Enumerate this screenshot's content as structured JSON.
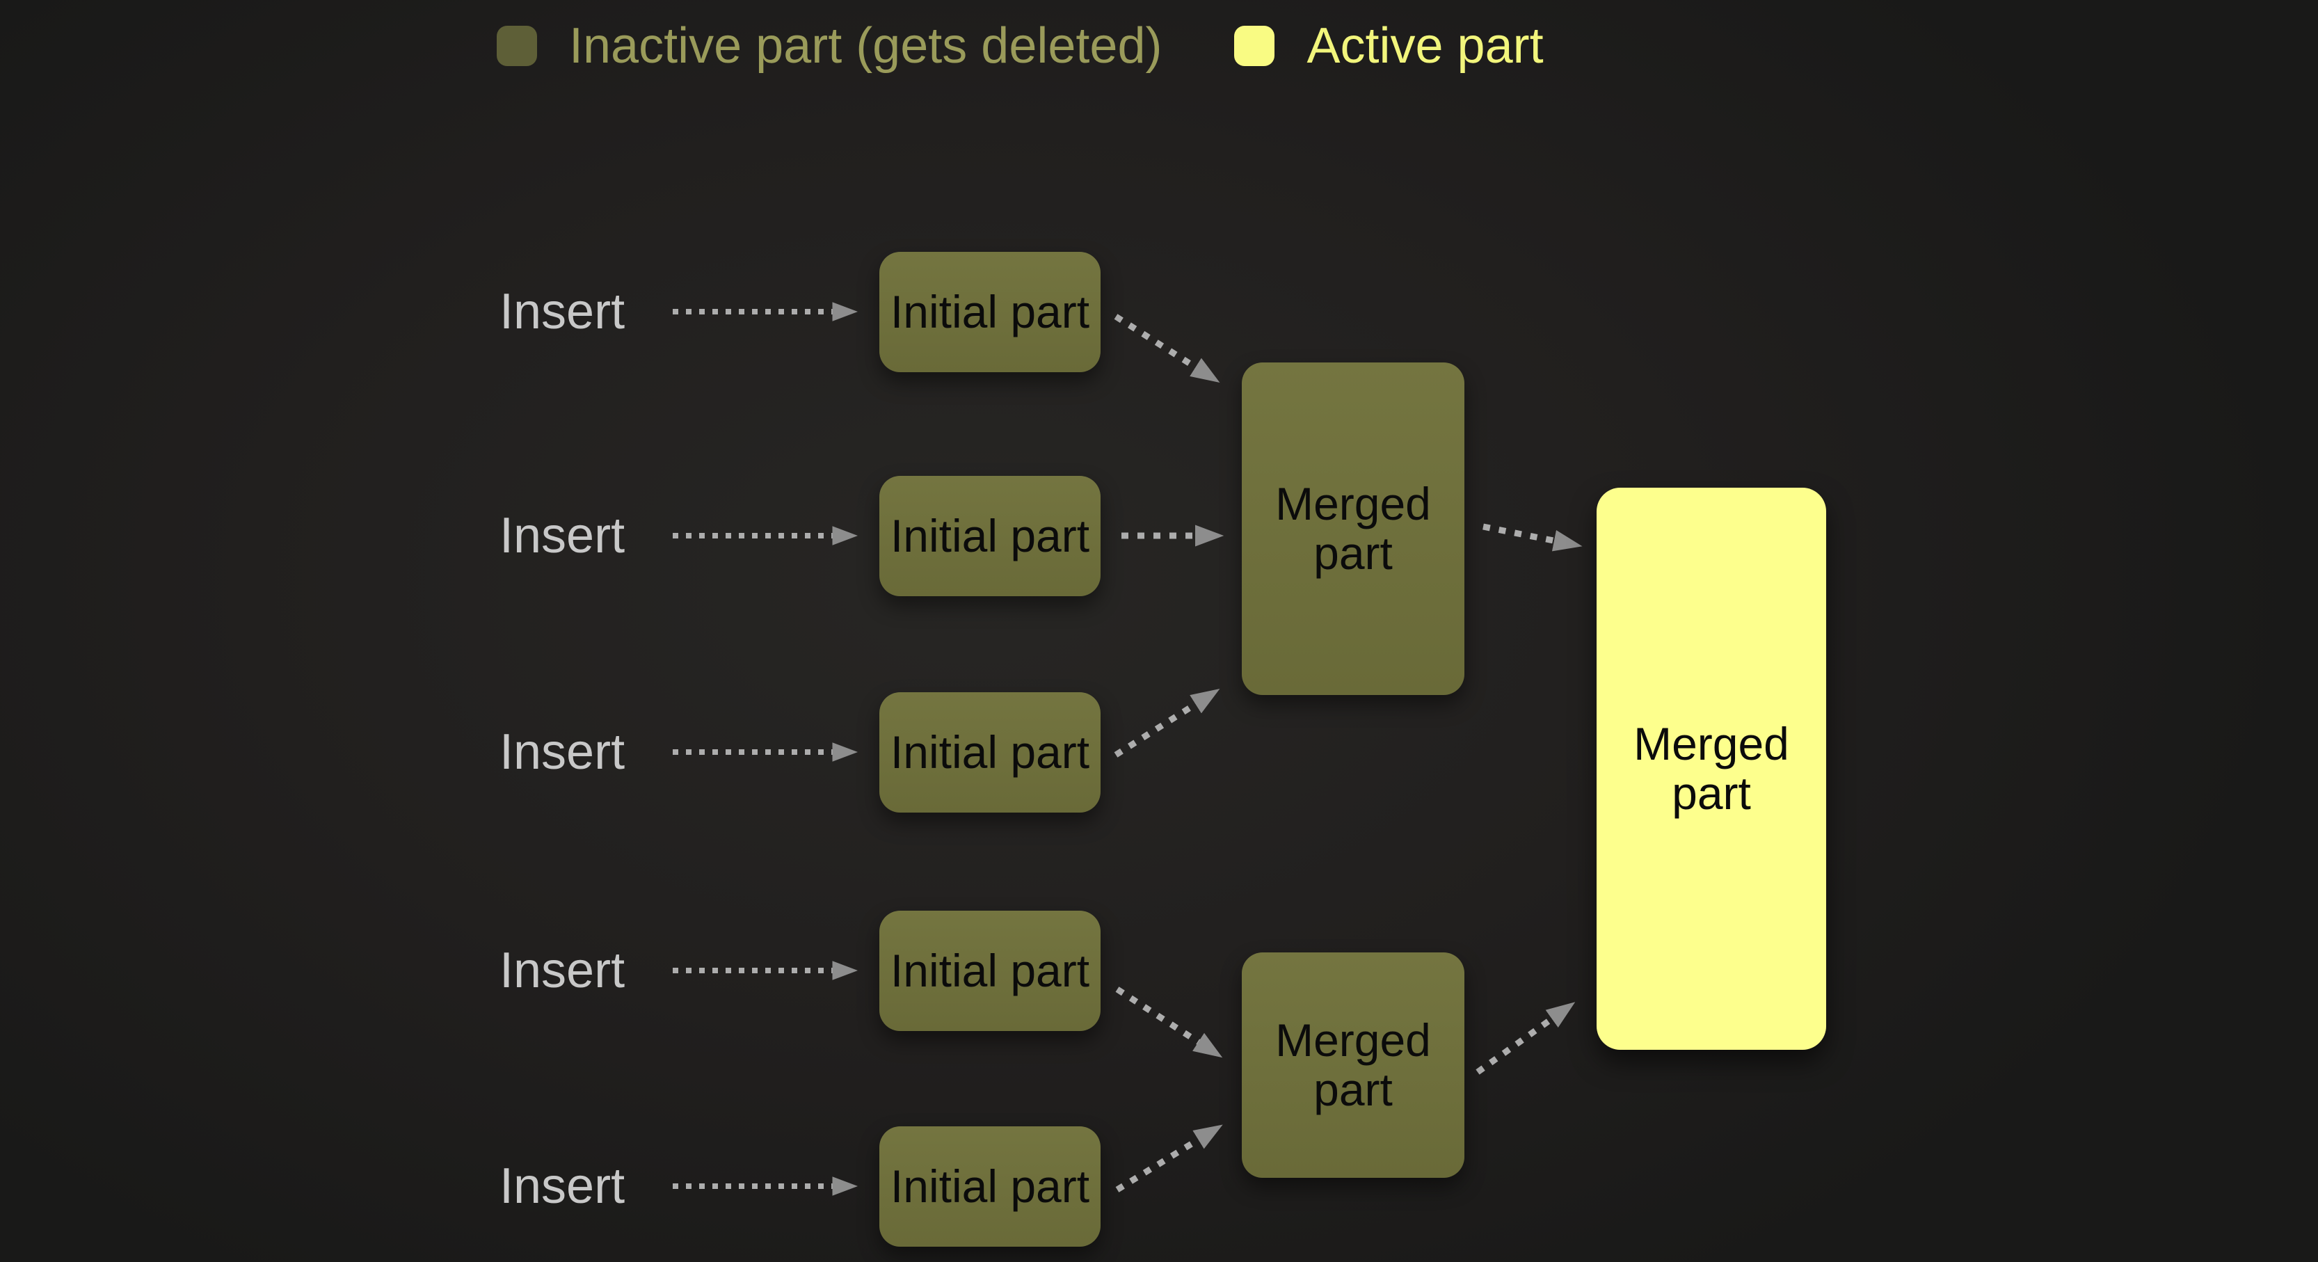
{
  "legend": {
    "items": [
      {
        "id": "inactive",
        "label": "Inactive part (gets deleted)",
        "swatch_color": "#5e5f37",
        "text_color": "#9a9b5a"
      },
      {
        "id": "active",
        "label": "Active part",
        "swatch_color": "#f9fb83",
        "text_color": "#f2f57c"
      }
    ]
  },
  "colors": {
    "background": "#211f1e",
    "inactive_node_fill": "#6f7040",
    "active_node_fill": "#fdff8d",
    "node_text": "#0b0b0b",
    "insert_text": "#c8c8c8",
    "arrow_line": "#adadad",
    "arrow_head": "#8d8d8d"
  },
  "diagram": {
    "rows": [
      {
        "insert_label": "Insert",
        "initial_label": "Initial part"
      },
      {
        "insert_label": "Insert",
        "initial_label": "Initial part"
      },
      {
        "insert_label": "Insert",
        "initial_label": "Initial part"
      },
      {
        "insert_label": "Insert",
        "initial_label": "Initial part"
      },
      {
        "insert_label": "Insert",
        "initial_label": "Initial part"
      }
    ],
    "merged_groups": [
      {
        "label": "Merged part"
      },
      {
        "label": "Merged part"
      }
    ],
    "final": {
      "label": "Merged part"
    }
  }
}
